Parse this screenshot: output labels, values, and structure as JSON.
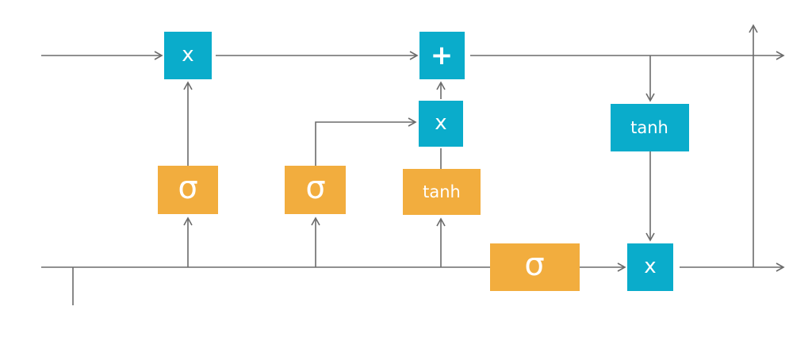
{
  "colors": {
    "operation": "#0aaccb",
    "activation": "#f2ad3e",
    "line": "#6b6b6b",
    "background": "#ffffff"
  },
  "nodes": {
    "forget_multiply": "x",
    "cell_add": "+",
    "input_multiply": "x",
    "output_tanh": "tanh",
    "output_multiply": "x",
    "forget_sigma": "σ",
    "input_sigma": "σ",
    "candidate_tanh": "tanh",
    "output_sigma": "σ"
  }
}
